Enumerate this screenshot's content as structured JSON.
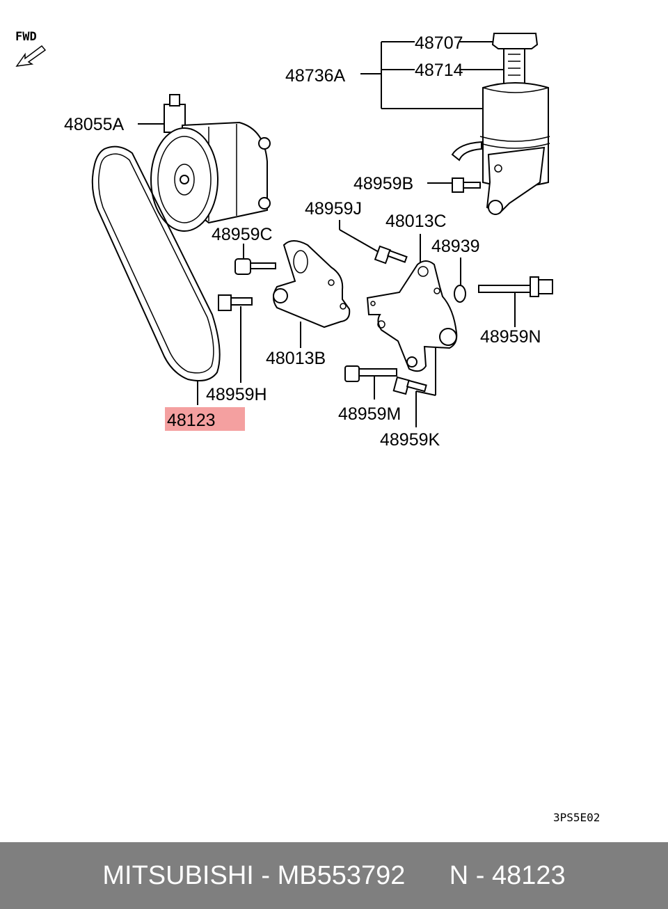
{
  "diagram": {
    "direction_label": "FWD",
    "drawing_code": "3PS5E02",
    "highlight_color": "#f08080",
    "labels": {
      "p48707": "48707",
      "p48714": "48714",
      "p48736A": "48736A",
      "p48055A": "48055A",
      "p48959B": "48959B",
      "p48959J": "48959J",
      "p48013C": "48013C",
      "p48959C": "48959C",
      "p48939": "48939",
      "p48959N": "48959N",
      "p48013B": "48013B",
      "p48959H": "48959H",
      "p48123": "48123",
      "p48959M": "48959M",
      "p48959K": "48959K"
    }
  },
  "footer": {
    "text": "MITSUBISHI - MB553792      N - 48123",
    "background": "#7f7f7f"
  }
}
